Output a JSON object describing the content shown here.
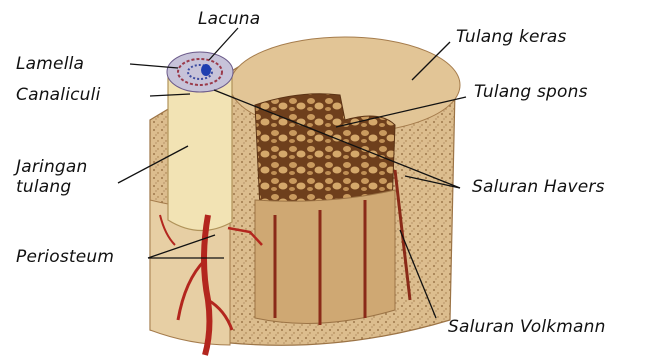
{
  "labels": {
    "lacuna": "Lacuna",
    "lamella": "Lamella",
    "canaliculi": "Canaliculi",
    "jaringan_tulang": [
      "Jaringan",
      "tulang"
    ],
    "periosteum": "Periosteum",
    "tulang_keras": "Tulang keras",
    "tulang_spons": "Tulang spons",
    "saluran_havers": "Saluran Havers",
    "saluran_volkmann": "Saluran Volkmann"
  },
  "colors": {
    "compact_bone": "#d9b98a",
    "spongy_bone": "#7a4a22",
    "osteon": "#f3e6b8",
    "blood_vessel": "#b3261e",
    "leader_line": "#111111"
  }
}
